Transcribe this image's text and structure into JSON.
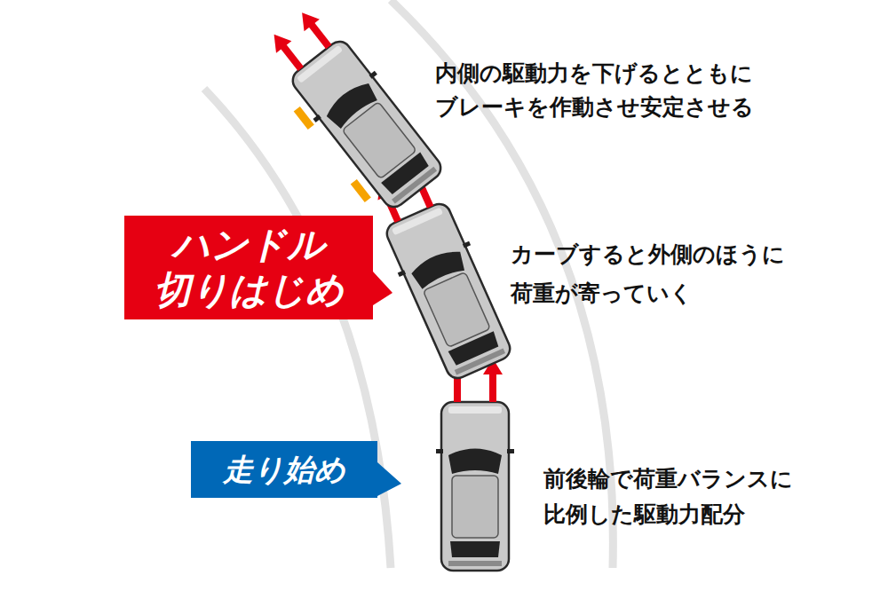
{
  "diagram": {
    "nodes": [
      {
        "text": [
          "ハンドル 切りはじめ"
        ]
      },
      {
        "text": [
          "走り始め"
        ]
      }
    ],
    "labels": [
      "内側の駆動力を下げるとともに ブレーキを作動させ安定させる",
      "カーブすると外側のほうに 荷重が寄っていく",
      "前後輪で荷重バランスに 比例した駆動力配分"
    ]
  }
}
